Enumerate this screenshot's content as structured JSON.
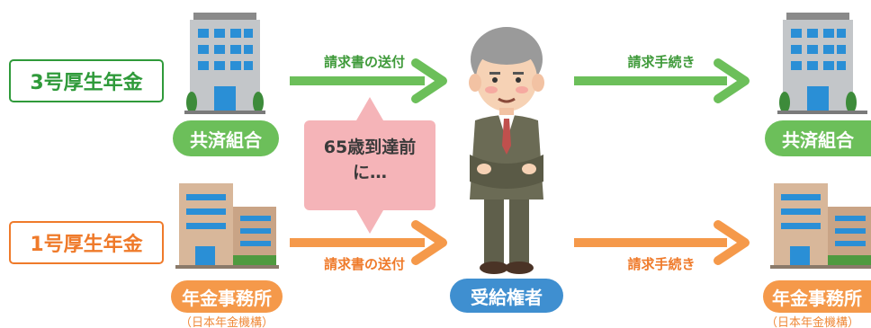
{
  "colors": {
    "green": "#6cbf5a",
    "green_dark": "#2f9a3a",
    "orange": "#f5994a",
    "orange_dark": "#ef7a2a",
    "blue": "#3f8fd0",
    "pink_bubble": "#f5b4b8"
  },
  "row_top": {
    "category_label": "3号厚生年金",
    "left_org": "共済組合",
    "arrow_left_label": "請求書の送付",
    "arrow_right_label": "請求手続き",
    "right_org": "共済組合"
  },
  "row_bottom": {
    "category_label": "1号厚生年金",
    "left_org": "年金事務所",
    "left_org_sub": "（日本年金機構）",
    "arrow_left_label": "請求書の送付",
    "arrow_right_label": "請求手続き",
    "right_org": "年金事務所",
    "right_org_sub": "（日本年金機構）"
  },
  "bubble": {
    "line1": "65歳到達前",
    "line2": "に…"
  },
  "center_person": "受給権者"
}
